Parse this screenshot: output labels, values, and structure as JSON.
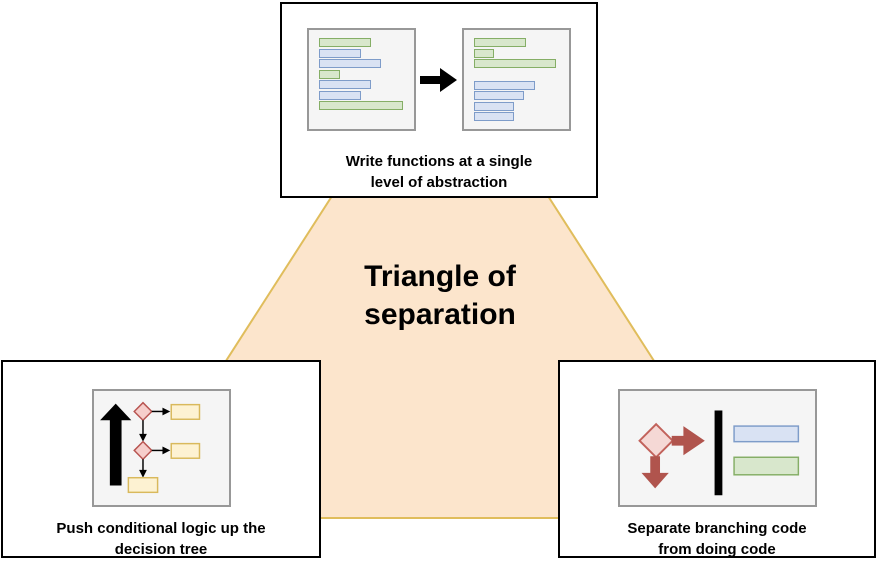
{
  "title": "Triangle of\nseparation",
  "colors": {
    "triangle_fill": "#fce5cc",
    "triangle_stroke": "#e0bd5c",
    "panel_bg": "#f5f5f5",
    "panel_border": "#989898",
    "bar_blue_fill": "#d9e2f3",
    "bar_blue_stroke": "#7e9cc9",
    "bar_green_fill": "#d8e7cc",
    "bar_green_stroke": "#85ae66",
    "yellow_fill": "#fdf2d2",
    "yellow_stroke": "#d9b95c",
    "diamond_fill": "#f6cecb",
    "diamond_stroke": "#b85450",
    "diamond_light_fill": "#f5d8d5",
    "diamond_light_stroke": "#c2625b",
    "arrow_red": "#b0544d",
    "card_border": "#000000",
    "text": "#000000"
  },
  "cards": {
    "abstraction": {
      "caption": "Write functions at a single\nlevel of abstraction",
      "before_bars": [
        {
          "c": "green",
          "w": 57
        },
        {
          "c": "blue",
          "w": 46
        },
        {
          "c": "blue",
          "w": 68
        },
        {
          "c": "green",
          "w": 23
        },
        {
          "c": "blue",
          "w": 57
        },
        {
          "c": "blue",
          "w": 46
        },
        {
          "c": "green",
          "w": 92
        }
      ],
      "after_bars": [
        {
          "c": "green",
          "w": 57
        },
        {
          "c": "green",
          "w": 22
        },
        {
          "c": "green",
          "w": 90
        },
        {
          "c": "gap"
        },
        {
          "c": "blue",
          "w": 67
        },
        {
          "c": "blue",
          "w": 55
        },
        {
          "c": "blue",
          "w": 44
        },
        {
          "c": "blue",
          "w": 44
        }
      ]
    },
    "decision": {
      "caption": "Push conditional logic up the\ndecision tree"
    },
    "branching": {
      "caption": "Separate branching code\nfrom doing code"
    }
  }
}
